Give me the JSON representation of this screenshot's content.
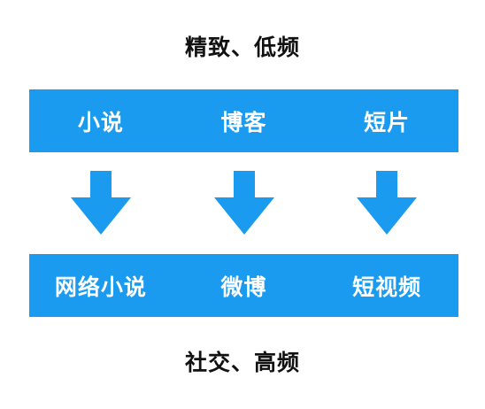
{
  "top_caption": "精致、低频",
  "top_band": {
    "items": [
      "小说",
      "博客",
      "短片"
    ]
  },
  "bottom_band": {
    "items": [
      "网络小说",
      "微博",
      "短视频"
    ]
  },
  "bottom_caption": "社交、高频",
  "colors": {
    "band": "#1a9bf0",
    "arrow": "#1a9bf0",
    "band_text": "#ffffff",
    "caption_text": "#111111"
  },
  "icons": {
    "arrow": "arrow-down-icon"
  }
}
